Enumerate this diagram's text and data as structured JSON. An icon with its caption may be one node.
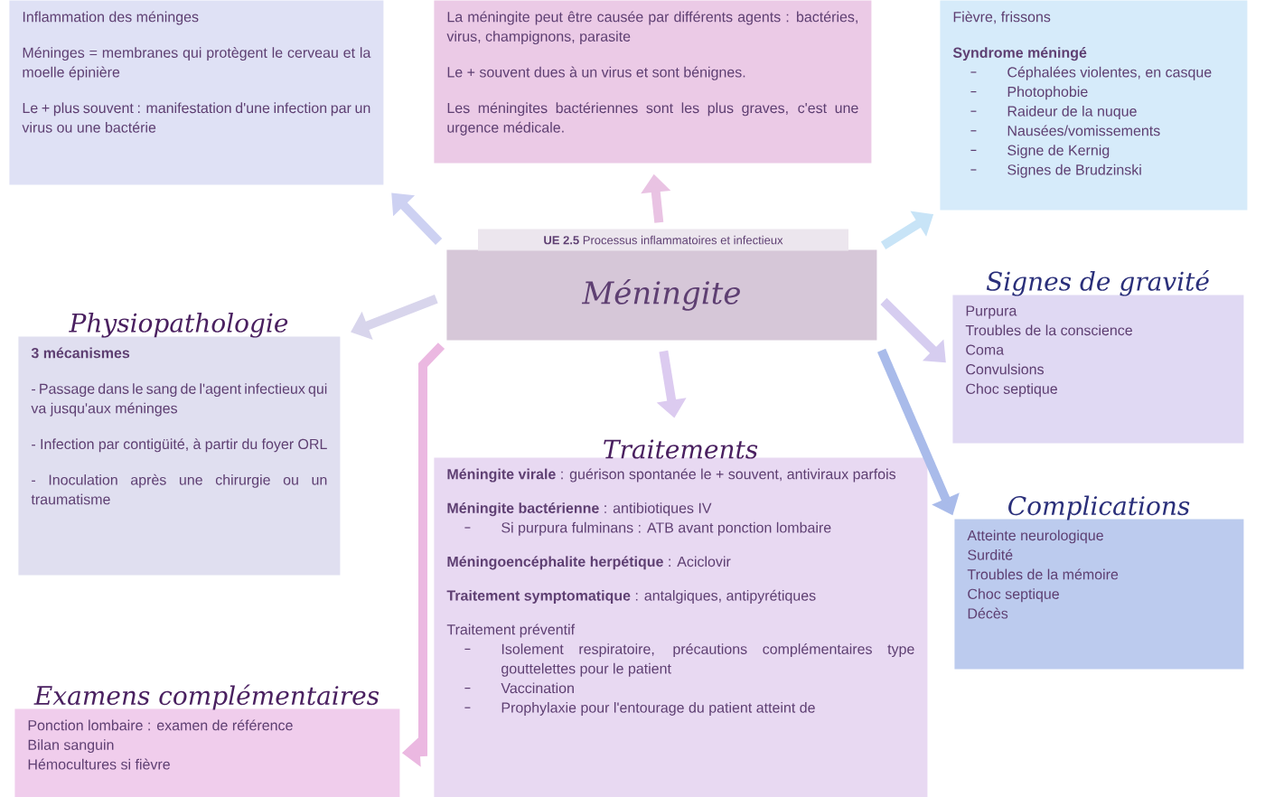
{
  "diagram": {
    "nodes": [
      {
        "text": [
          "**UE 2.5** Processus inflammatoires et infectieux",
          "Méningite"
        ]
      },
      {
        "text": [
          "Inflammation des méninges",
          "Méninges = membranes qui protègent le cerveau et la moelle épinière",
          "Le + plus souvent : manifestation d'une infection par un virus ou une bactérie"
        ]
      },
      {
        "text": [
          "La méningite peut être causée par différents agents : bactéries, virus, champignons, parasite",
          "Le + souvent dues à un virus et sont bénignes.",
          "Les méningites bactériennes sont les plus graves, c'est une urgence médicale."
        ]
      },
      {
        "text": [
          "Fièvre, frissons",
          "Syndrome méningé",
          "Céphalées violentes, en casque",
          "Photophobie",
          "Raideur de la nuque",
          "Nausées/vomissements",
          "Signe de Kernig",
          "Signes de Brudzinski"
        ]
      },
      {
        "text": [
          "Physiopathologie",
          "3 mécanismes",
          "- Passage dans le sang de l'agent infectieux qui va jusqu'aux méninges",
          "- Infection par contigüité, à partir du foyer ORL",
          "- Inoculation après une chirurgie ou un traumatisme"
        ]
      },
      {
        "text": [
          "Signes de gravité",
          "Purpura",
          "Troubles de la conscience",
          "Coma",
          "Convulsions",
          "Choc septique"
        ]
      },
      {
        "text": [
          "Traitements",
          "**Méningite virale** : guérison spontanée le + souvent, antiviraux parfois",
          "**Méningite bactérienne** : antibiotiques IV",
          "Si purpura fulminans : ATB avant ponction lombaire",
          "**Méningoencéphalite herpétique** : Aciclovir",
          "**Traitement symptomatique** : antalgiques, antipyrétiques",
          "Traitement préventif",
          "Isolement respiratoire, précautions complémentaires type gouttelettes pour le patient",
          "Vaccination",
          "Prophylaxie pour l'entourage du patient atteint de"
        ]
      },
      {
        "text": [
          "Complications",
          "Atteinte neurologique",
          "Surdité",
          "Troubles de la mémoire",
          "Choc septique",
          "Décès"
        ]
      },
      {
        "text": [
          "Examens complémentaires",
          "Ponction lombaire : examen de référence",
          "Bilan sanguin",
          "Hémocultures si fièvre"
        ]
      }
    ],
    "edges": [
      {
        "from": 0,
        "to": 1,
        "arrow": "to",
        "color": "#cdd1f2"
      },
      {
        "from": 0,
        "to": 2,
        "arrow": "to",
        "color": "#e9c3e3"
      },
      {
        "from": 0,
        "to": 3,
        "arrow": "to",
        "color": "#c8e4f7"
      },
      {
        "from": 0,
        "to": 4,
        "arrow": "to",
        "color": "#d8d5ec"
      },
      {
        "from": 0,
        "to": 5,
        "arrow": "to",
        "color": "#d6cdf0"
      },
      {
        "from": 0,
        "to": 6,
        "arrow": "to",
        "color": "#dccbf0"
      },
      {
        "from": 0,
        "to": 7,
        "arrow": "to",
        "color": "#a9bbea"
      },
      {
        "from": 0,
        "to": 8,
        "arrow": "to",
        "color": "#ebb8e1"
      }
    ]
  }
}
